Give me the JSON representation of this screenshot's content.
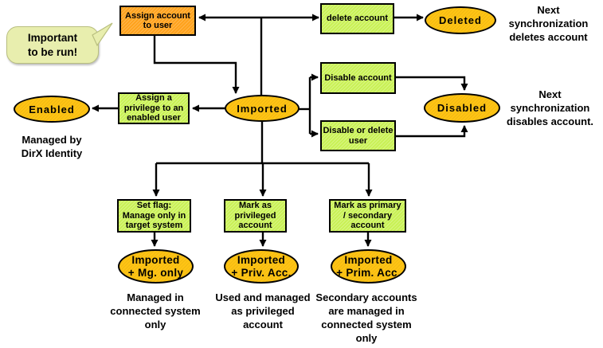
{
  "callout": {
    "text": "Important\nto be run!"
  },
  "boxes": {
    "assign_account": "Assign account\nto user",
    "delete_account": "delete account",
    "assign_privilege": "Assign a\nprivilege to an\nenabled user",
    "disable_account": "Disable account",
    "disable_or_delete_user": "Disable or delete\nuser",
    "set_flag": "Set flag:\nManage only in\ntarget system",
    "mark_privileged": "Mark as\nprivileged\naccount",
    "mark_primary": "Mark as primary\n/ secondary\naccount"
  },
  "states": {
    "deleted": "Deleted",
    "enabled": "Enabled",
    "imported": "Imported",
    "disabled": "Disabled",
    "imported_mg_only": "Imported\n+ Mg. only",
    "imported_priv_acc": "Imported\n+ Priv. Acc.",
    "imported_prim_acc": "Imported\n+ Prim. Acc."
  },
  "annotations": {
    "next_sync_deletes": "Next\nsynchronization\ndeletes account",
    "managed_by_dirx": "Managed by\nDirX Identity",
    "next_sync_disables": "Next\nsynchronization\ndisables account.",
    "managed_in_connected": "Managed in\nconnected system\nonly",
    "used_as_privileged": "Used and managed\nas privileged\naccount",
    "secondary_managed": "Secondary accounts\nare managed in\nconnected system\nonly"
  },
  "colors": {
    "action_fill": "#c9f155",
    "highlight_fill": "#ffa21c",
    "state_fill": "#ffc414",
    "callout_fill": "#e8eeae",
    "callout_border": "#b9bf7f",
    "line_color": "#000000"
  }
}
